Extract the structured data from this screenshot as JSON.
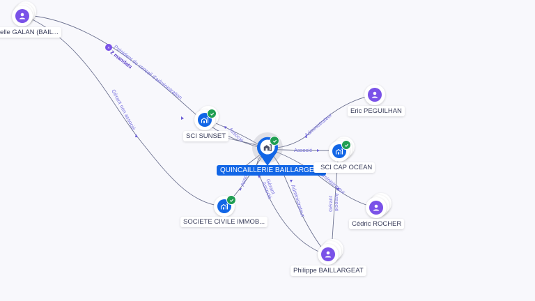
{
  "colors": {
    "person": "#7a52e8",
    "company": "#1266e6",
    "verified": "#1f9e52",
    "edge": "#6e7391",
    "edge_label": "#7b74e0",
    "main_label_bg": "#1266e6"
  },
  "nodes": {
    "galan": {
      "label": "elle GALAN (BAIL...",
      "type": "person",
      "icon": "person-icon"
    },
    "sunset": {
      "label": "SCI SUNSET",
      "type": "company",
      "icon": "building-icon",
      "verified": true
    },
    "main": {
      "label": "QUINCAILLERIE BAILLARGEAT",
      "type": "company",
      "icon": "building-icon",
      "verified": true
    },
    "eric": {
      "label": "Eric PEGUILHAN",
      "type": "person",
      "icon": "person-icon"
    },
    "capocean": {
      "label": "SCI CAP OCEAN",
      "type": "company",
      "icon": "building-icon",
      "verified": true
    },
    "societe": {
      "label": "SOCIETE CIVILE IMMOB...",
      "type": "company",
      "icon": "building-icon",
      "verified": true
    },
    "cedric": {
      "label": "Cédric ROCHER",
      "type": "person",
      "icon": "person-icon"
    },
    "philippe": {
      "label": "Philippe BAILLARGEAT",
      "type": "person",
      "icon": "person-icon"
    }
  },
  "edges": {
    "galan_main": {
      "label": "Président du conseil d'administration",
      "badge": "2 mandats"
    },
    "galan_societe": {
      "label": "Gérant non associé"
    },
    "sunset_main": {
      "label": "Associé"
    },
    "eric_main": {
      "label": "Administrateur"
    },
    "main_capocean": {
      "label": "Associé"
    },
    "societe_main": {
      "label": "Associé"
    },
    "philippe_main_a": {
      "label": "Gérant"
    },
    "philippe_main_b": {
      "label": "Associé"
    },
    "philippe_main_c": {
      "label": "Administrateur"
    },
    "cedric_main": {
      "label": "Administrateur"
    },
    "philippe_capocean_a": {
      "label": "Gérant"
    },
    "philippe_capocean_b": {
      "label": "Associé"
    }
  }
}
